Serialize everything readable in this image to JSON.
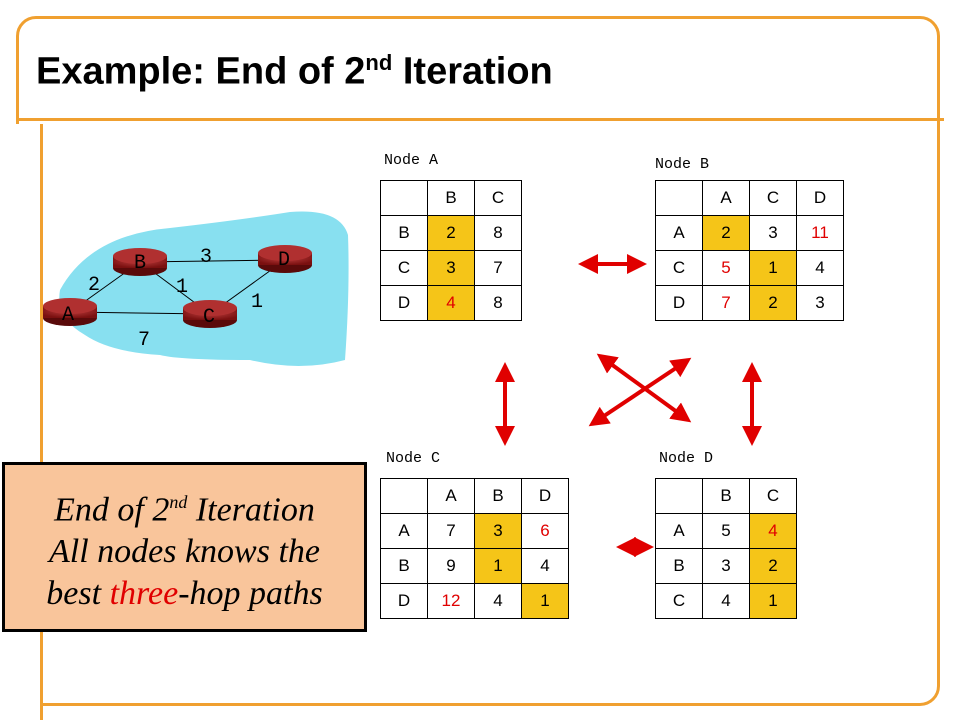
{
  "title": {
    "main": "Example: End of 2",
    "sup": "nd",
    "rest": " Iteration"
  },
  "graph": {
    "nodes": [
      "A",
      "B",
      "C",
      "D"
    ],
    "edges": [
      {
        "label": "2"
      },
      {
        "label": "3"
      },
      {
        "label": "1"
      },
      {
        "label": "1"
      },
      {
        "label": "7"
      }
    ]
  },
  "tables": {
    "A": {
      "label": "Node A",
      "cols": [
        "B",
        "C"
      ],
      "rows": [
        [
          "B",
          "2",
          "8"
        ],
        [
          "C",
          "3",
          "7"
        ],
        [
          "D",
          "4",
          "8"
        ]
      ]
    },
    "B": {
      "label": "Node B",
      "cols": [
        "A",
        "C",
        "D"
      ],
      "rows": [
        [
          "A",
          "2",
          "3",
          "11"
        ],
        [
          "C",
          "5",
          "1",
          "4"
        ],
        [
          "D",
          "7",
          "2",
          "3"
        ]
      ]
    },
    "C": {
      "label": "Node C",
      "cols": [
        "A",
        "B",
        "D"
      ],
      "rows": [
        [
          "A",
          "7",
          "3",
          "6"
        ],
        [
          "B",
          "9",
          "1",
          "4"
        ],
        [
          "D",
          "12",
          "4",
          "1"
        ]
      ]
    },
    "D": {
      "label": "Node D",
      "cols": [
        "B",
        "C"
      ],
      "rows": [
        [
          "A",
          "5",
          "4"
        ],
        [
          "B",
          "3",
          "2"
        ],
        [
          "C",
          "4",
          "1"
        ]
      ]
    }
  },
  "callout": {
    "line1a": "End of 2",
    "line1sup": "nd",
    "line1b": " Iteration",
    "line2": "All nodes knows the",
    "line3a": "best ",
    "line3red": "three",
    "line3b": "-hop paths"
  },
  "colors": {
    "accent": "#f0a030",
    "highlight": "#f5c518",
    "red": "#e00000",
    "cloud": "#88e0f0",
    "callout": "#f9c59b"
  }
}
